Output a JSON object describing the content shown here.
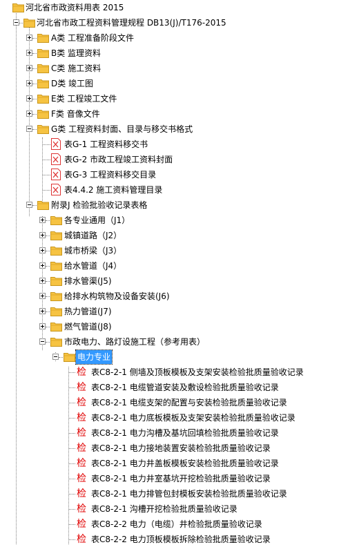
{
  "tree": {
    "root": "河北省市政资料用表 2015",
    "spec": "河北省市政工程资料管理规程 DB13(J)/T176-2015",
    "categories": [
      "A类 工程准备阶段文件",
      "B类 监理资料",
      "C类 施工资料",
      "D类 竣工图",
      "E类 工程竣工文件",
      "F类 音像文件",
      "G类 工程资料封面、目录与移交书格式"
    ],
    "g_docs": [
      "表G-1 工程资料移交书",
      "表G-2 市政工程竣工资料封面",
      "表G-3 工程资料移交目录",
      "表4.4.2 施工资料管理目录"
    ],
    "appendix": "附录J 检验批验收记录表格",
    "j_items": [
      "各专业通用（J1）",
      "城镇道路（J2）",
      "城市桥梁（J3）",
      "给水管道（J4）",
      "排水管渠(J5)",
      "给排水构筑物及设备安装(J6)",
      "热力管道(J7)",
      "燃气管道(J8)",
      "市政电力、路灯设施工程（参考用表）"
    ],
    "selected_folder": "电力专业",
    "jian_glyph": "检",
    "forms": [
      "表C8-2-1 侧墙及顶板模板及支架安装检验批质量验收记录",
      "表C8-2-1 电缆管道安装及敷设检验批质量验收记录",
      "表C8-2-1 电缆支架的配置与安装检验批质量验收记录",
      "表C8-2-1 电力底板模板及支架安装检验批质量验收记录",
      "表C8-2-1 电力沟槽及基坑回填检验批质量验收记录",
      "表C8-2-1 电力接地装置安装检验批质量验收记录",
      "表C8-2-1 电力井盖板模板安装检验批质量验收记录",
      "表C8-2-1 电力井室基坑开挖检验批质量验收记录",
      "表C8-2-1 电力排管包封模板安装检验批质量验收记录",
      "表C8-2-1 沟槽开挖检验批质量验收记录",
      "表C8-2-2 电力（电缆）井检验批质量验收记录",
      "表C8-2-2 电力顶板模板拆除检验批质量验收记录"
    ]
  }
}
